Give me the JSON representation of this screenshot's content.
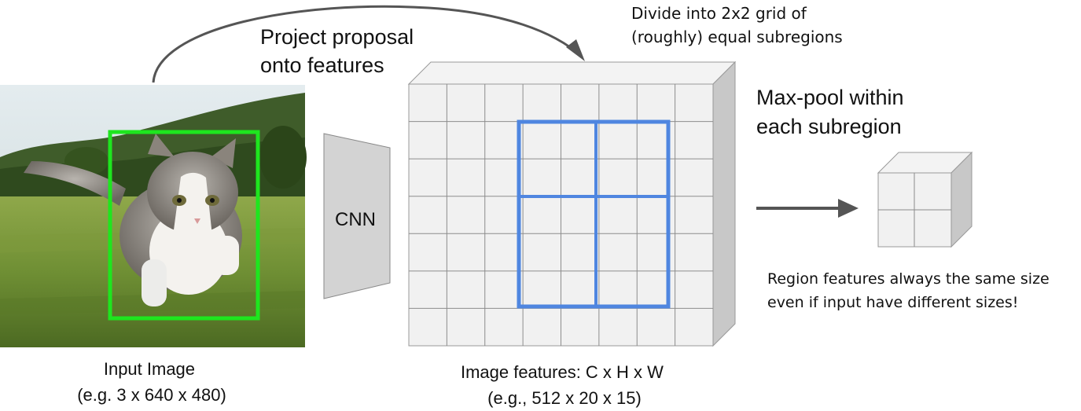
{
  "diagram": {
    "proposal_label": [
      "Project proposal",
      "onto features"
    ],
    "divide_label": [
      "Divide into 2x2 grid of",
      "(roughly) equal subregions"
    ],
    "maxpool_label": [
      "Max-pool within",
      "each subregion"
    ],
    "cnn_label": "CNN",
    "input_caption": [
      "Input Image",
      "(e.g. 3 x 640 x 480)"
    ],
    "features_caption": [
      "Image features: C x H x W",
      "(e.g., 512 x 20 x 15)"
    ],
    "output_caption": [
      "Region features always the same size",
      "even if input have different sizes!"
    ],
    "input_image": {
      "description_icon": "kitten-photo-icon",
      "box_color": "#1ee61e"
    },
    "feature_grid": {
      "columns": 8,
      "rows": 7,
      "region_color": "#4f86e0",
      "region_split": "2x2"
    },
    "output_cube": {
      "grid": "2x2"
    }
  }
}
